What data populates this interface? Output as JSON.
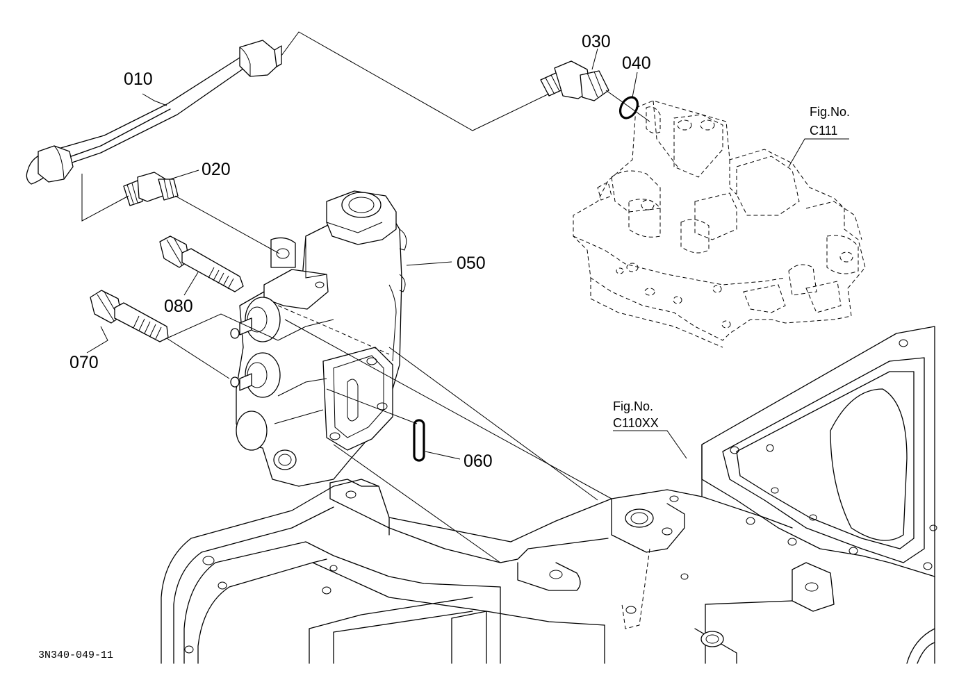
{
  "diagram": {
    "part_labels": {
      "p010": "010",
      "p020": "020",
      "p030": "030",
      "p040": "040",
      "p050": "050",
      "p060": "060",
      "p070": "070",
      "p080": "080"
    },
    "figure_refs": {
      "ref1_title": "Fig.No.",
      "ref1_number": "C111",
      "ref2_title": "Fig.No.",
      "ref2_number": "C110XX"
    },
    "drawing_code": "3N340-049-11"
  }
}
